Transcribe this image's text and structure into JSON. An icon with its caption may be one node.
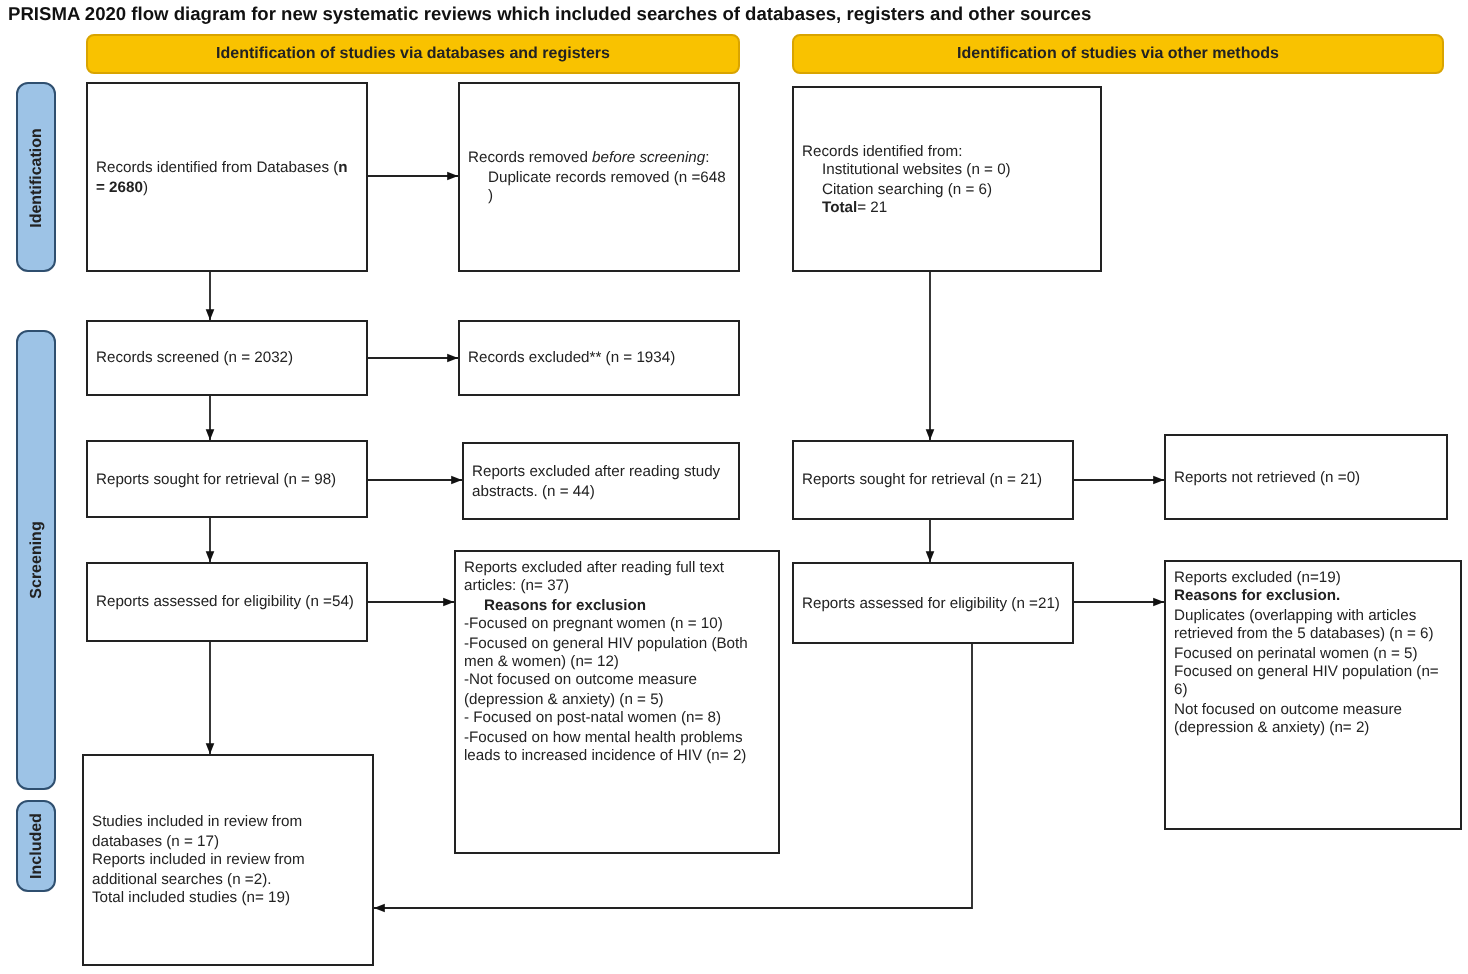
{
  "diagram": {
    "title": "PRISMA 2020 flow diagram for new systematic reviews which included searches of databases, registers and other sources",
    "nodes": [
      {
        "text": [
          "Identification of studies via databases and registers"
        ]
      },
      {
        "text": [
          "Identification of studies via other methods"
        ]
      },
      {
        "text": [
          "Identification"
        ]
      },
      {
        "text": [
          "Screening"
        ]
      },
      {
        "text": [
          "Included"
        ]
      },
      {
        "text": [
          "Records identified from Databases (**n = 2680**)"
        ]
      },
      {
        "text": [
          "Records removed *before screening*:",
          "Duplicate records removed (n =648 )"
        ]
      },
      {
        "text": [
          "Records identified from:",
          "Institutional websites (n = 0)",
          "Citation searching (n = 6)",
          "**Total**= 21"
        ]
      },
      {
        "text": [
          "Records screened (n = 2032)"
        ]
      },
      {
        "text": [
          "Records excluded** (n = 1934)"
        ]
      },
      {
        "text": [
          "Reports sought for retrieval (n = 98)"
        ]
      },
      {
        "text": [
          "Reports excluded after reading study abstracts. (n = 44)"
        ]
      },
      {
        "text": [
          "Reports assessed for eligibility (n =54)"
        ]
      },
      {
        "text": [
          "Reports excluded after reading full text articles: (n= 37)",
          "Reasons for exclusion",
          "-Focused on pregnant women (n = 10)",
          "-Focused on general HIV population (Both men & women) (n= 12)",
          "-Not focused on outcome measure (depression & anxiety) (n = 5)",
          "- Focused on post-natal women (n= 8)",
          "-Focused on how mental health problems leads to increased incidence of HIV (n= 2)"
        ]
      },
      {
        "text": [
          "Reports sought for retrieval (n = 21)"
        ]
      },
      {
        "text": [
          "Reports not retrieved (n =0)"
        ]
      },
      {
        "text": [
          "Reports assessed for eligibility (n =21)"
        ]
      },
      {
        "text": [
          "Reports excluded (n=19)",
          "Reasons for exclusion.",
          "Duplicates (overlapping with articles retrieved from the 5 databases) (n = 6)",
          "Focused on perinatal women (n = 5)",
          "Focused on general HIV population (n= 6)",
          "Not focused on outcome measure (depression & anxiety) (n= 2)"
        ]
      },
      {
        "text": [
          "Studies included in review from databases (n = 17)",
          "Reports included in review from additional searches (n =2).",
          "Total included studies (n= 19)"
        ]
      }
    ],
    "edges": [
      {
        "from": 5,
        "to": 6,
        "arrow": "to"
      },
      {
        "from": 5,
        "to": 8,
        "arrow": "to"
      },
      {
        "from": 8,
        "to": 9,
        "arrow": "to"
      },
      {
        "from": 8,
        "to": 10,
        "arrow": "to"
      },
      {
        "from": 10,
        "to": 11,
        "arrow": "to"
      },
      {
        "from": 10,
        "to": 12,
        "arrow": "to"
      },
      {
        "from": 12,
        "to": 13,
        "arrow": "to"
      },
      {
        "from": 12,
        "to": 18,
        "arrow": "to"
      },
      {
        "from": 7,
        "to": 14,
        "arrow": "to"
      },
      {
        "from": 14,
        "to": 15,
        "arrow": "to"
      },
      {
        "from": 14,
        "to": 16,
        "arrow": "to"
      },
      {
        "from": 16,
        "to": 17,
        "arrow": "to"
      },
      {
        "from": 16,
        "to": 18,
        "arrow": "to"
      }
    ]
  }
}
